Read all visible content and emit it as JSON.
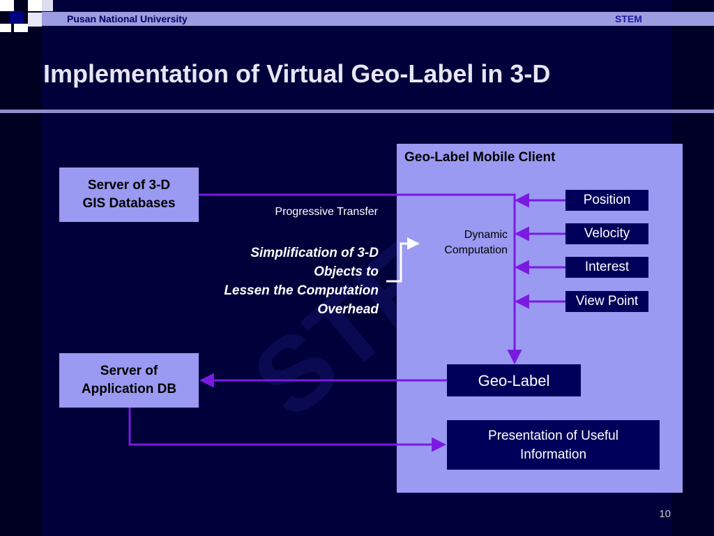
{
  "header": {
    "left_text": "Pusan National University",
    "right_text": "STEM"
  },
  "slide": {
    "title": "Implementation of Virtual Geo-Label in 3-D",
    "watermark": "STEM",
    "page_number": "10"
  },
  "diagram": {
    "gis_server": {
      "line1": "Server of 3-D",
      "line2": "GIS Databases"
    },
    "app_server": {
      "line1": "Server of",
      "line2": "Application DB"
    },
    "client_title": "Geo-Label Mobile Client",
    "progressive_transfer": "Progressive Transfer",
    "simplification": {
      "line1": "Simplification of 3-D",
      "line2": "Objects to",
      "line3": "Lessen the Computation",
      "line4": "Overhead"
    },
    "dynamic": {
      "line1": "Dynamic",
      "line2": "Computation"
    },
    "inputs": [
      "Position",
      "Velocity",
      "Interest",
      "View Point"
    ],
    "geo_label": "Geo-Label",
    "presentation": {
      "line1": "Presentation of Useful",
      "line2": "Information"
    }
  },
  "colors": {
    "background": "#00003a",
    "panel": "#9a9af2",
    "dark_box": "#00005a",
    "arrow": "#7a1ae0",
    "header_bar": "#9c9ce0"
  }
}
